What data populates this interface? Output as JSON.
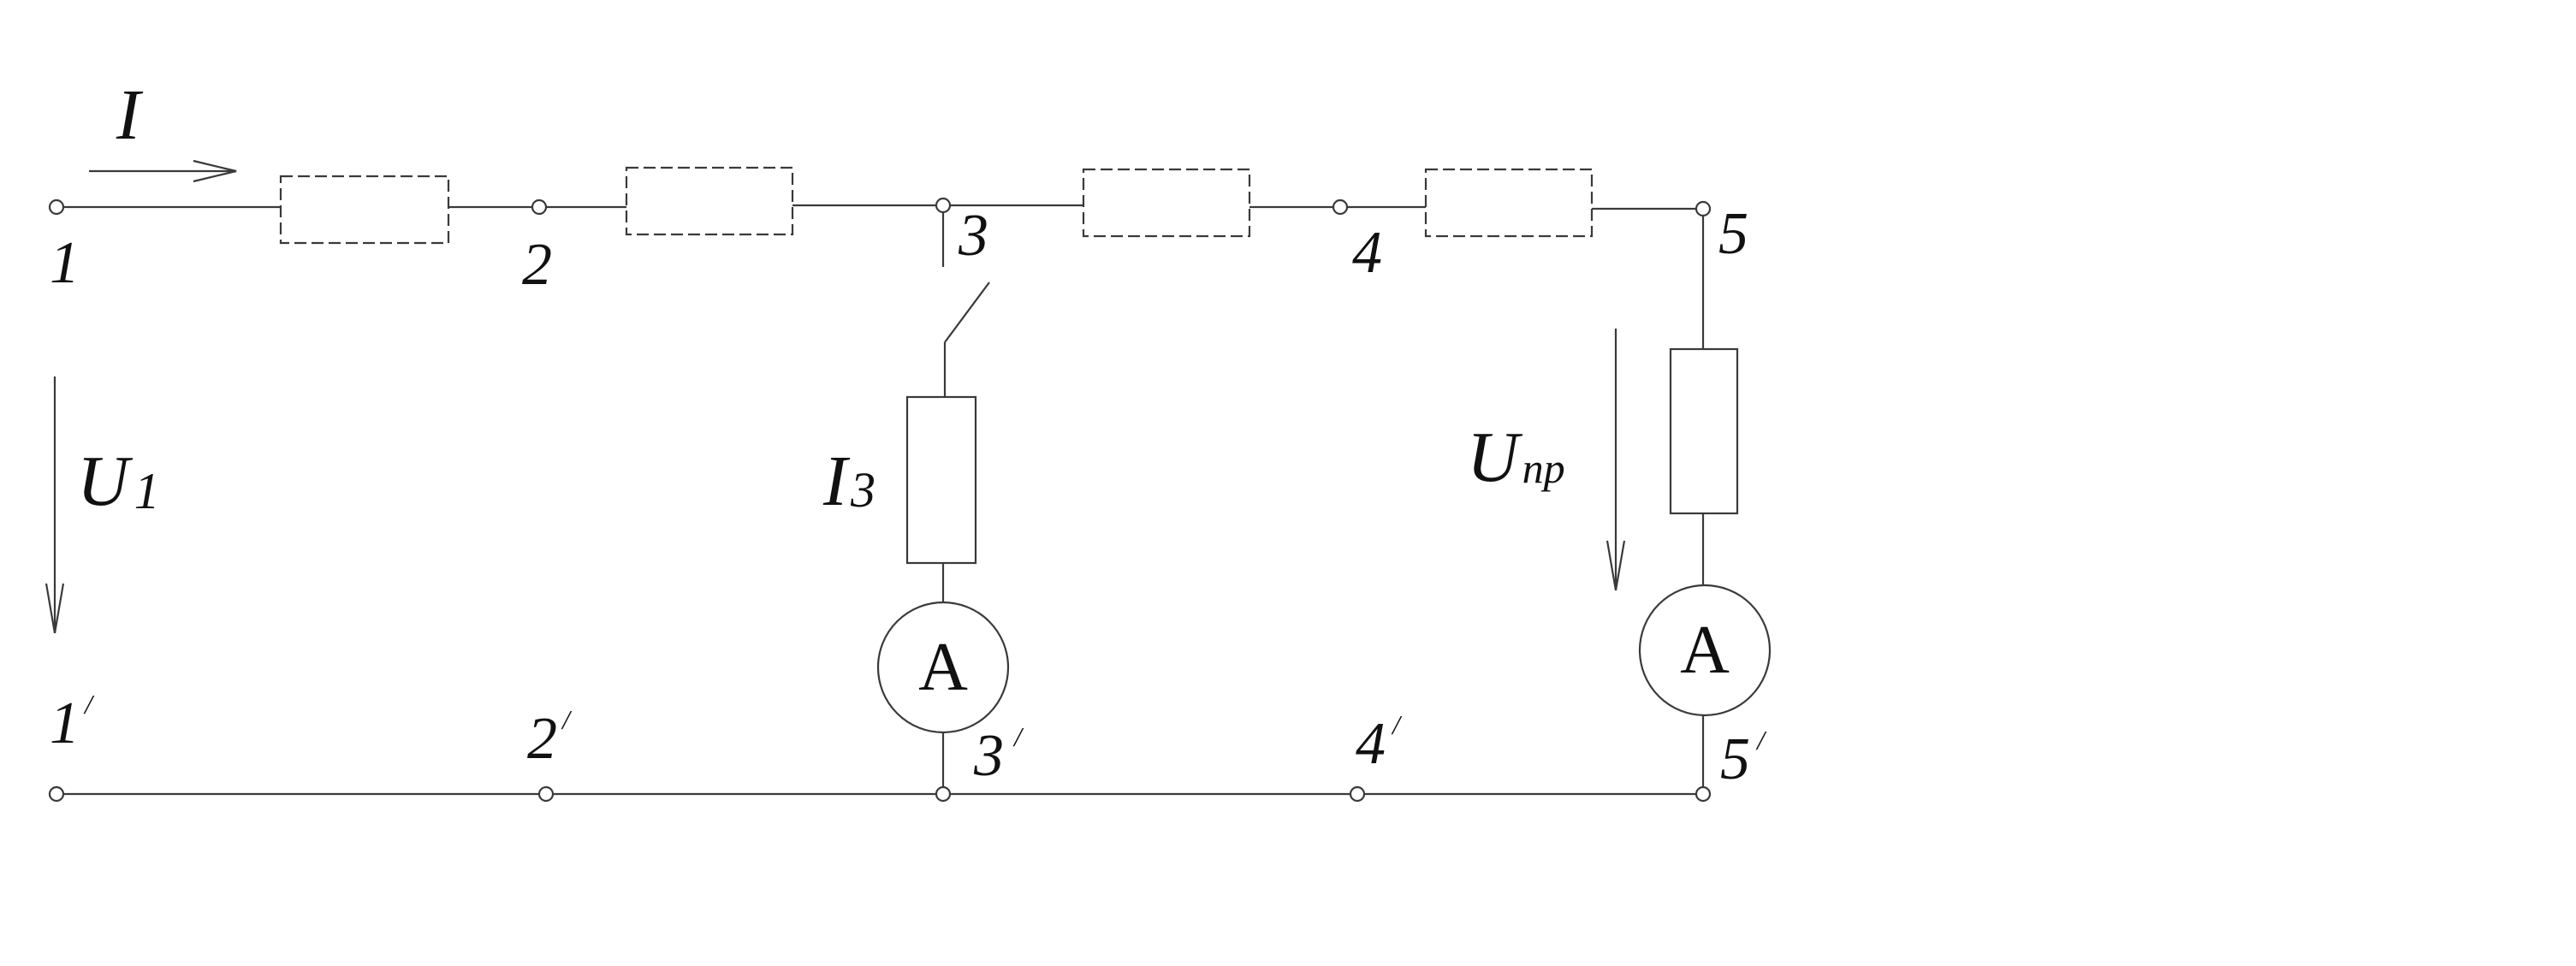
{
  "diagram": {
    "current_label": "I",
    "voltage_in": {
      "main": "U",
      "sub": "1"
    },
    "voltage_out": {
      "main": "U",
      "sub": "пр"
    },
    "branch_current": {
      "main": "I",
      "sub": "3"
    },
    "ammeter_symbol": "A",
    "top_nodes": [
      "1",
      "2",
      "3",
      "4",
      "5"
    ],
    "bottom_nodes": [
      "1",
      "2",
      "3",
      "4",
      "5"
    ],
    "prime_mark": "/",
    "colors": {
      "line": "#3a3a3a",
      "text": "#111111",
      "background": "#ffffff"
    }
  }
}
